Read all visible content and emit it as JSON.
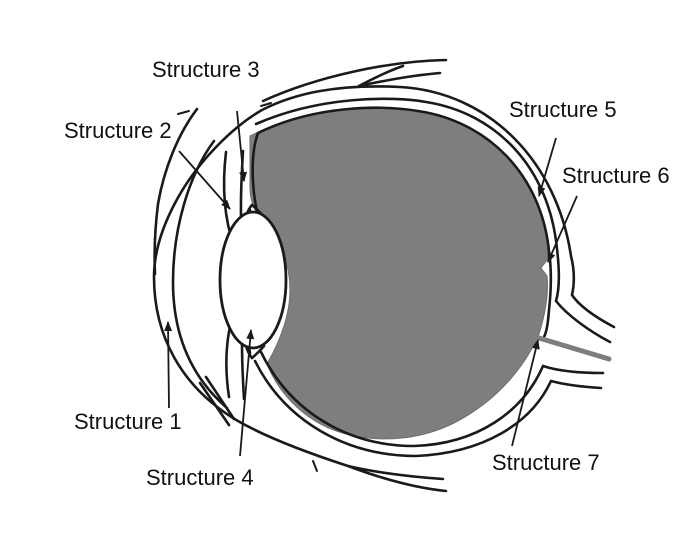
{
  "diagram": {
    "description": "Black-and-white line drawing of a human eye in cross-section with a gray vitreous body and seven numbered structure labels with arrows",
    "labels": [
      {
        "id": 1,
        "text": "Structure 1"
      },
      {
        "id": 2,
        "text": "Structure 2"
      },
      {
        "id": 3,
        "text": "Structure 3"
      },
      {
        "id": 4,
        "text": "Structure 4"
      },
      {
        "id": 5,
        "text": "Structure 5"
      },
      {
        "id": 6,
        "text": "Structure 6"
      },
      {
        "id": 7,
        "text": "Structure 7"
      }
    ],
    "colors": {
      "line": "#1a1a1a",
      "vitreous_fill": "#7e7e7e",
      "vitreous_edge": "#6f6f6f",
      "background": "#ffffff",
      "label_text": "#111111"
    }
  }
}
